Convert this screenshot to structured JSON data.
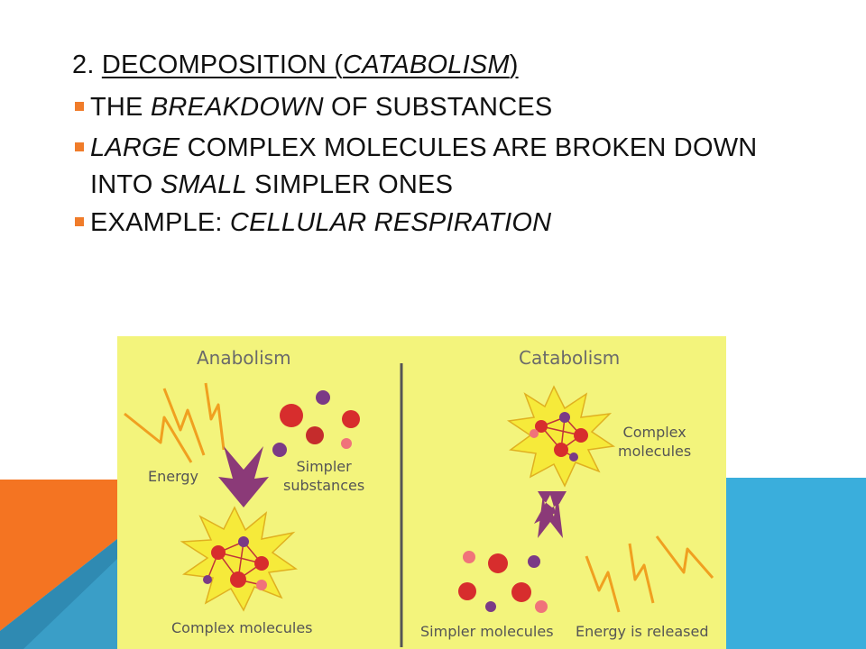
{
  "slide": {
    "title_number": "2.",
    "title_word": "DECOMPOSITION",
    "title_open": "(",
    "title_italic": "CATABOLISM",
    "title_close": ")",
    "bullets": [
      {
        "a": "THE ",
        "b": "BREAKDOWN",
        "c": " OF SUBSTANCES"
      },
      {
        "a": "",
        "b": "LARGE",
        "c": " COMPLEX MOLECULES ARE BROKEN DOWN",
        "d": "INTO ",
        "e": "SMALL",
        "f": " SIMPLER ONES"
      },
      {
        "a": "EXAMPLE: ",
        "b": "CELLULAR RESPIRATION",
        "c": ""
      }
    ]
  },
  "figure": {
    "left_heading": "Anabolism",
    "right_heading": "Catabolism",
    "energy_label": "Energy",
    "simpler_substances_label_1": "Simpler",
    "simpler_substances_label_2": "substances",
    "complex_molecules_left_label": "Complex molecules",
    "complex_molecules_right_label_1": "Complex",
    "complex_molecules_right_label_2": "molecules",
    "simpler_molecules_label": "Simpler molecules",
    "energy_released_label": "Energy is released"
  },
  "colors": {
    "bullet": "#f07c2a",
    "figure_background": "#f3f47c",
    "arrow": "#8b3a78",
    "molecule_red": "#d72d2d",
    "molecule_purple": "#7b3a86",
    "molecule_pink": "#f0737a",
    "lightning": "#f0a020",
    "deco_orange": "#f47422",
    "deco_blue": "#3aaedc"
  }
}
